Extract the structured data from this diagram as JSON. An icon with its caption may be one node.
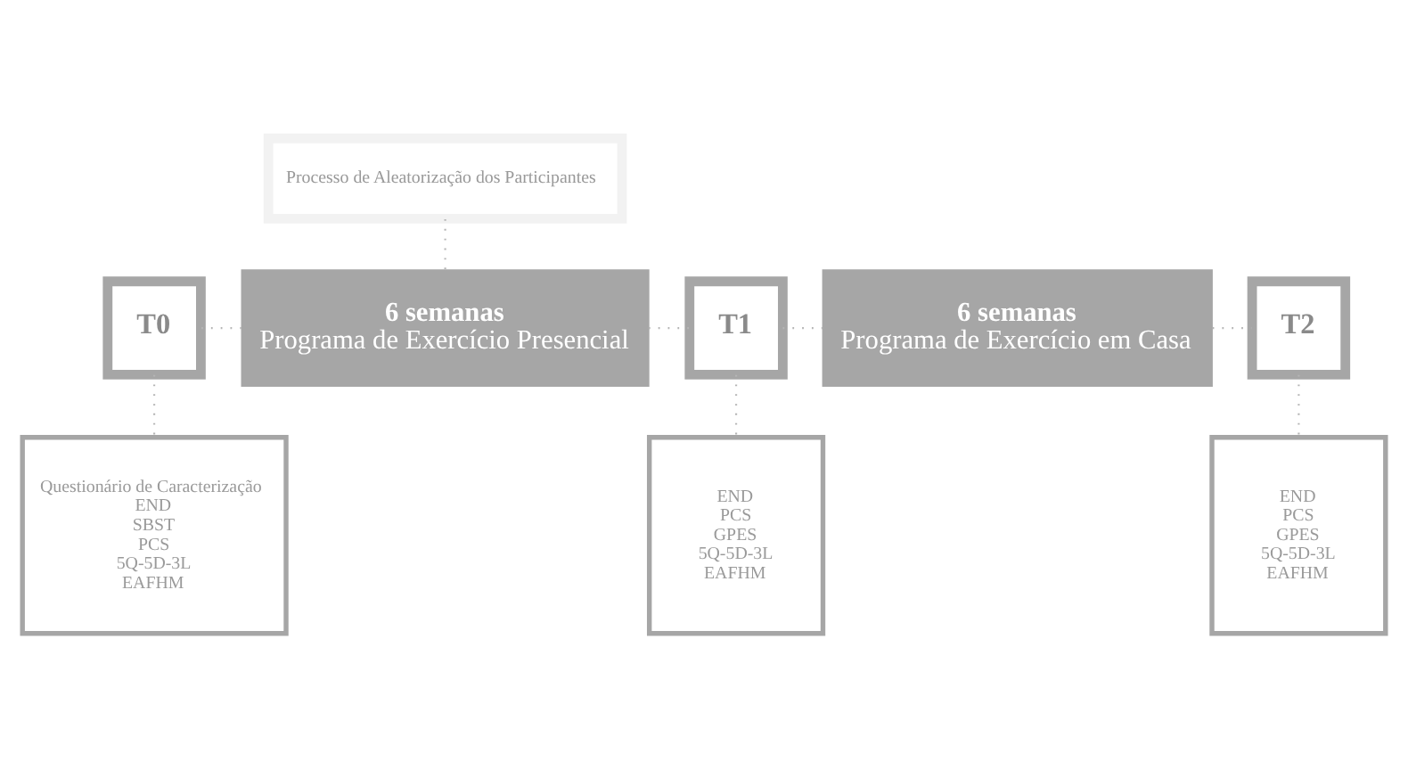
{
  "diagram": {
    "nodes": [
      {
        "text": [
          "Processo de Aleatorização dos Participantes"
        ]
      },
      {
        "text": [
          "T0"
        ]
      },
      {
        "text": [
          "6 semanas",
          "Programa de Exercício Presencial"
        ]
      },
      {
        "text": [
          "T1"
        ]
      },
      {
        "text": [
          "6 semanas",
          "Programa de Exercício em Casa"
        ]
      },
      {
        "text": [
          "T2"
        ]
      },
      {
        "text": [
          "Questionário de Caracterização",
          "END",
          "SBST",
          "PCS",
          "5Q-5D-3L",
          "EAFHM"
        ]
      },
      {
        "text": [
          "END",
          "PCS",
          "GPES",
          "5Q-5D-3L",
          "EAFHM"
        ]
      },
      {
        "text": [
          "END",
          "PCS",
          "GPES",
          "5Q-5D-3L",
          "EAFHM"
        ]
      }
    ],
    "edges": [
      {
        "from": 0,
        "to": 2,
        "arrow": "none"
      },
      {
        "from": 1,
        "to": 2,
        "arrow": "none"
      },
      {
        "from": 2,
        "to": 3,
        "arrow": "none"
      },
      {
        "from": 3,
        "to": 4,
        "arrow": "none"
      },
      {
        "from": 4,
        "to": 5,
        "arrow": "none"
      },
      {
        "from": 1,
        "to": 6,
        "arrow": "none"
      },
      {
        "from": 3,
        "to": 7,
        "arrow": "none"
      },
      {
        "from": 5,
        "to": 8,
        "arrow": "none"
      }
    ]
  }
}
